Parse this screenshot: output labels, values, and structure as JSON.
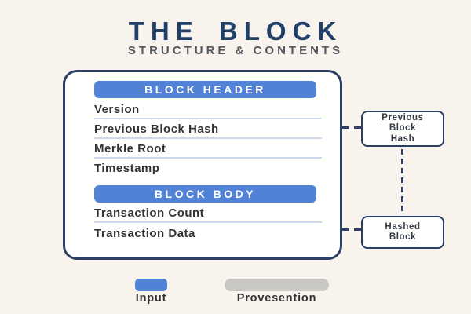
{
  "header": {
    "title": "THE BLOCK",
    "subtitle": "STRUCTURE & CONTENTS"
  },
  "block": {
    "header_badge": "BLOCK HEADER",
    "header_items": [
      "Version",
      "Previous Block Hash",
      "Merkle Root",
      "Timestamp"
    ],
    "body_badge": "BLOCK BODY",
    "body_items": [
      "Transaction Count",
      "Transaction Data"
    ]
  },
  "side_boxes": {
    "previous_block_hash": {
      "lines": [
        "Previous",
        "Block",
        "Hash"
      ]
    },
    "hashed_block": {
      "lines": [
        "Hashed",
        "Block"
      ]
    }
  },
  "legend": {
    "input": {
      "label": "Input",
      "color": "#5282d6"
    },
    "provesention": {
      "label": "Provesention",
      "color": "#c9c7c3"
    }
  },
  "colors": {
    "background": "#f8f4ed",
    "box_background": "#fffffe",
    "navy_border": "#2c4065",
    "badge_blue": "#5282d6",
    "title_navy": "#20406a",
    "subtitle_gray": "#53575e",
    "item_text": "#333333",
    "divider": "#ccd9ec",
    "legend_gray": "#c9c7c3"
  }
}
